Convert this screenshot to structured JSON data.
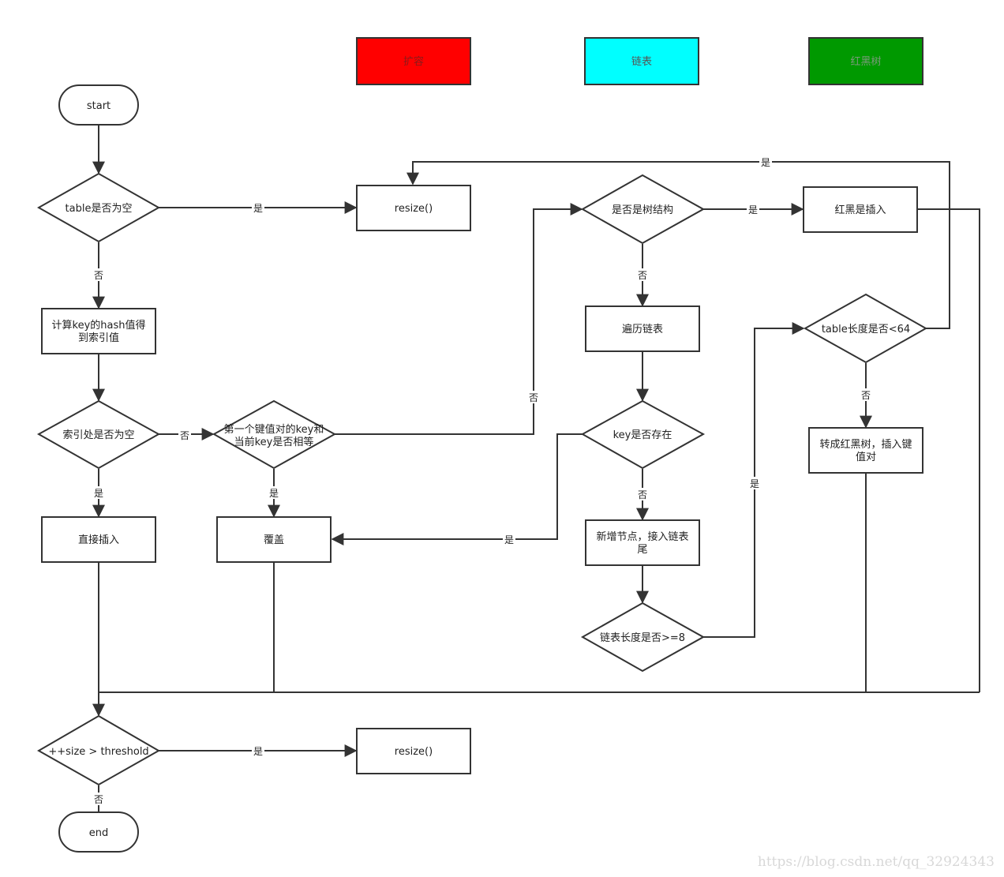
{
  "legend": [
    {
      "id": "legend-resize",
      "label": "扩容",
      "color": "#ff0000"
    },
    {
      "id": "legend-linked-list",
      "label": "链表",
      "color": "#00ffff"
    },
    {
      "id": "legend-red-black-tree",
      "label": "红黑树",
      "color": "#009900"
    }
  ],
  "nodes": {
    "start": "start",
    "table_empty": "table是否为空",
    "resize_top": "resize()",
    "compute_hash": [
      "计算key的hash值得",
      "到索引值"
    ],
    "index_empty": "索引处是否为空",
    "direct_insert": "直接插入",
    "first_key_equal": [
      "第一个键值对的key和",
      "当前key是否相等"
    ],
    "overwrite": "覆盖",
    "is_tree": "是否是树结构",
    "rb_insert": "红黑是插入",
    "traverse_list": "遍历链表",
    "key_exists": "key是否存在",
    "new_node": [
      "新增节点，接入链表",
      "尾"
    ],
    "list_length": "链表长度是否>=8",
    "table_length": "table长度是否<64",
    "to_tree": [
      "转成红黑树，插入键",
      "值对"
    ],
    "size_threshold": "++size > threshold",
    "resize_bottom": "resize()",
    "end": "end"
  },
  "edge_labels": {
    "yes": "是",
    "no": "否"
  },
  "watermark": "https://blog.csdn.net/qq_32924343"
}
